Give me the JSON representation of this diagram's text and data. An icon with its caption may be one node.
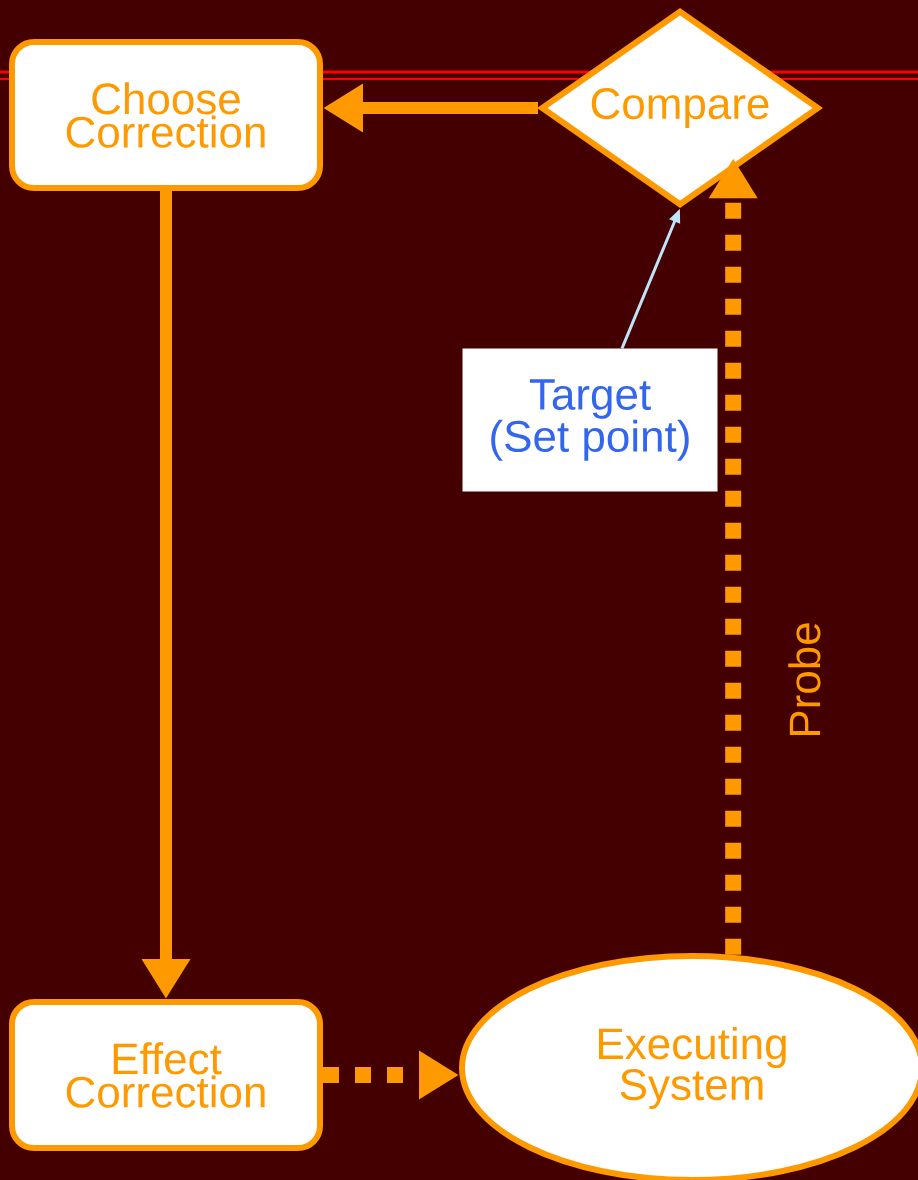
{
  "diagram": {
    "nodes": [
      {
        "text": [
          "Choose Correction"
        ]
      },
      {
        "text": [
          "Compare"
        ]
      },
      {
        "text": [
          "Target (Set point)"
        ]
      },
      {
        "text": [
          "Effect Correction"
        ]
      },
      {
        "text": [
          "Executing System"
        ]
      }
    ],
    "edges": [
      {
        "from": 1,
        "to": 0,
        "arrow": "to"
      },
      {
        "from": 0,
        "to": 3,
        "arrow": "to"
      },
      {
        "from": 3,
        "to": 4,
        "arrow": "to",
        "style": "dashed"
      },
      {
        "from": 4,
        "to": 1,
        "arrow": "to",
        "style": "dashed",
        "label": "Probe"
      },
      {
        "from": 2,
        "to": 1,
        "arrow": "to",
        "color": "#bfe3f8"
      }
    ]
  }
}
